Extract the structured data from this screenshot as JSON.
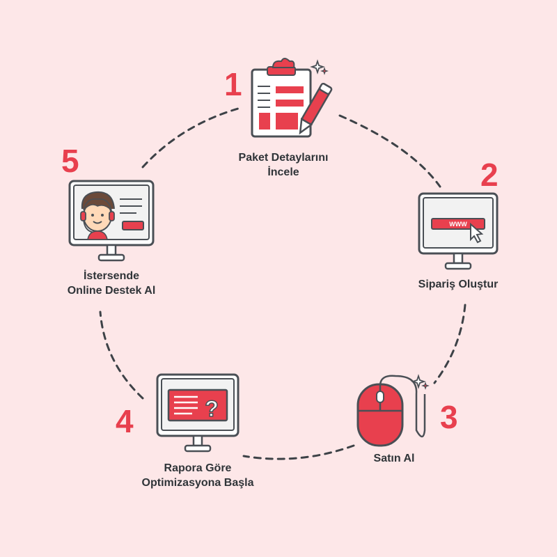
{
  "colors": {
    "background": "#fde7e8",
    "accent": "#e8404e",
    "outline": "#4a4f55",
    "text": "#2f3438"
  },
  "steps": [
    {
      "number": "1",
      "line1": "Paket Detaylarını",
      "line2": "İncele",
      "icon": "clipboard-pen-icon"
    },
    {
      "number": "2",
      "line1": "Sipariş Oluştur",
      "line2": "",
      "icon": "monitor-browser-icon"
    },
    {
      "number": "3",
      "line1": "Satın Al",
      "line2": "",
      "icon": "computer-mouse-icon"
    },
    {
      "number": "4",
      "line1": "Rapora Göre",
      "line2": "Optimizasyona Başla",
      "icon": "monitor-question-icon"
    },
    {
      "number": "5",
      "line1": "İstersende",
      "line2": "Online Destek Al",
      "icon": "monitor-support-agent-icon"
    }
  ],
  "browser_text": "WWW",
  "question_mark": "?"
}
